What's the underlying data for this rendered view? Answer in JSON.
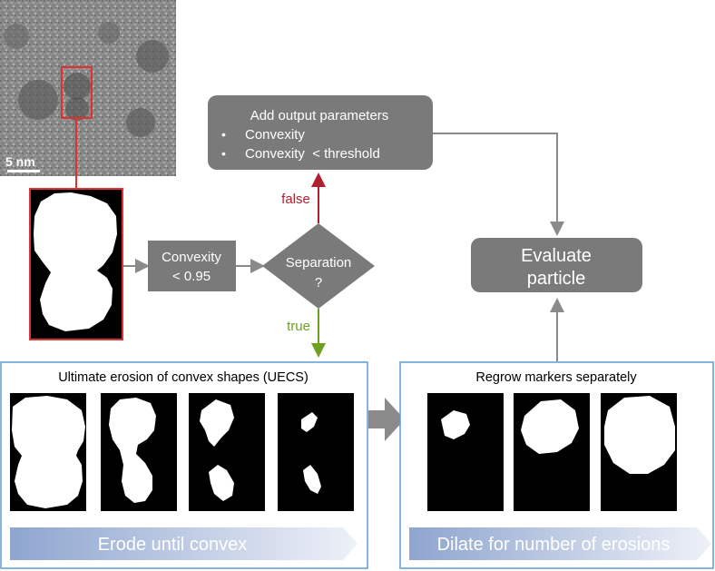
{
  "tem_image": {
    "scale_label": "5 nm"
  },
  "output_box": {
    "title": "Add output parameters",
    "bullets": [
      "Convexity",
      "Convexity  < threshold"
    ]
  },
  "convexity_box": {
    "line1": "Convexity",
    "line2": "< 0.95"
  },
  "decision": {
    "line1": "Separation",
    "line2": "?"
  },
  "branch_false": "false",
  "branch_true": "true",
  "evaluate_box": {
    "line1": "Evaluate",
    "line2": "particle"
  },
  "uecs_panel": {
    "title": "Ultimate erosion of convex shapes (UECS)",
    "arrow_label": "Erode until convex"
  },
  "regrow_panel": {
    "title": "Regrow markers separately",
    "arrow_label": "Dilate for number of erosions"
  },
  "colors": {
    "box_fill": "#7a7a7a",
    "connector": "#8a8a8a",
    "false_arrow": "#b02030",
    "true_arrow": "#70a020",
    "panel_border": "#5b9bd5",
    "highlight_red": "#e03030",
    "gradient_start": "#8ea5cf",
    "gradient_end": "#eef1f8"
  }
}
